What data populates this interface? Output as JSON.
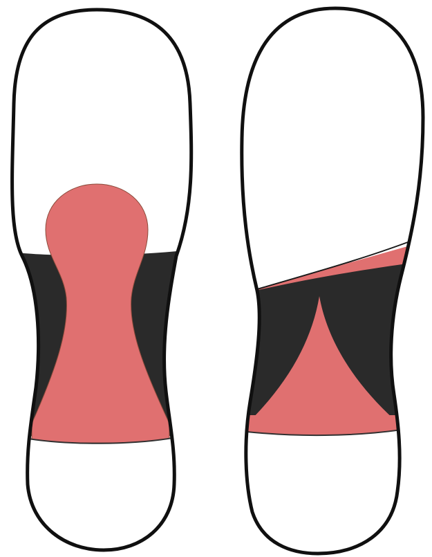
{
  "colors": {
    "outline": "#101010",
    "dark_region": "#2a2a2a",
    "red_region": "#e07070",
    "sole_fill": "#ffffff",
    "background": "#ffffff"
  },
  "figures": [
    {
      "name": "left-sole",
      "regions": [
        "toe-area-white",
        "waist-dark",
        "red-keyhole-insert",
        "heel-white"
      ]
    },
    {
      "name": "right-sole",
      "regions": [
        "toe-area-white",
        "red-band",
        "waist-dark",
        "red-triangle-insert",
        "red-heel-band",
        "heel-white"
      ]
    }
  ]
}
